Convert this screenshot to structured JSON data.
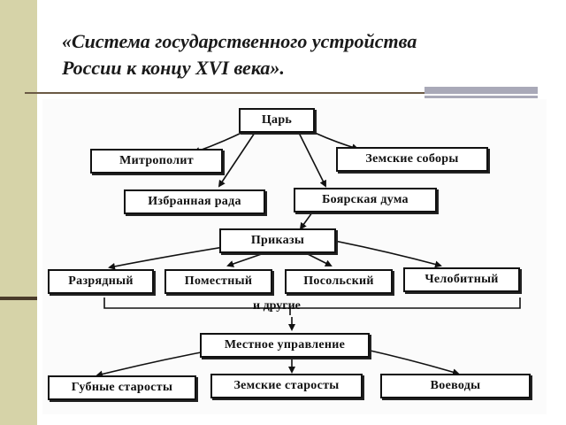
{
  "slide": {
    "title_line1": "«Система государственного устройства",
    "title_line2": "России к концу XVI века»."
  },
  "diagram": {
    "tsar": "Царь",
    "metropolitan": "Митрополит",
    "zemsky_sobors": "Земские соборы",
    "chosen_rada": "Избранная рада",
    "boyar_duma": "Боярская дума",
    "prikazy": "Приказы",
    "razryadny": "Разрядный",
    "pomestny": "Поместный",
    "posolsky": "Посольский",
    "chelobitny": "Челобитный",
    "and_others": "и другие",
    "local_government": "Местное управление",
    "guba_elders": "Губные старосты",
    "zemsky_elders": "Земские старосты",
    "voevody": "Воеводы"
  },
  "colors": {
    "stripe": "#d6d3a8",
    "rule": "#6b5a45",
    "accent_bar": "#a9a9b8"
  }
}
